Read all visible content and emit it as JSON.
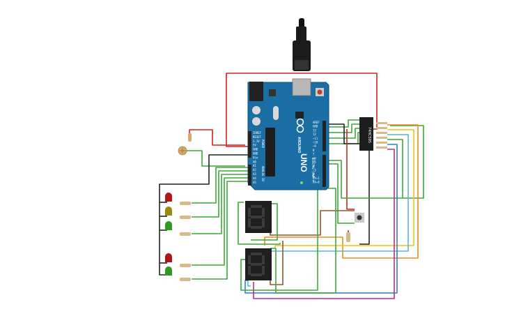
{
  "board": {
    "model": "UNO",
    "brand": "ARDUINO",
    "left_pin_labels": [
      "IOREF",
      "RESET",
      "3.3V",
      "5V",
      "GND",
      "GND",
      "Vin",
      "A0",
      "A1",
      "A2",
      "A3",
      "A4",
      "A5"
    ],
    "right_pin_labels": [
      "AREF",
      "GND",
      "13",
      "12",
      "~11",
      "~10",
      "~9",
      "8",
      "7",
      "~6",
      "~5",
      "4",
      "~3",
      "2",
      "TX→1",
      "RX←0"
    ],
    "side_labels": {
      "power": "POWER",
      "analog": "ANALOG IN",
      "digital": "DIGITAL (PWM~)"
    }
  },
  "chip": {
    "label": "74HC595"
  },
  "colors": {
    "board": "#1a6ea3",
    "wire_red": "#d42020",
    "wire_green": "#3aa935",
    "wire_black": "#222222",
    "wire_brown": "#8b5a2b",
    "wire_orange": "#f08a1c",
    "wire_yellow": "#f2c40f",
    "wire_blue": "#2f7ec7",
    "wire_magenta": "#c2278f",
    "wire_cyan": "#5ab4d6",
    "led_red": "#b3141a",
    "led_yellow": "#9c8a10",
    "led_green": "#2f9a1f"
  }
}
